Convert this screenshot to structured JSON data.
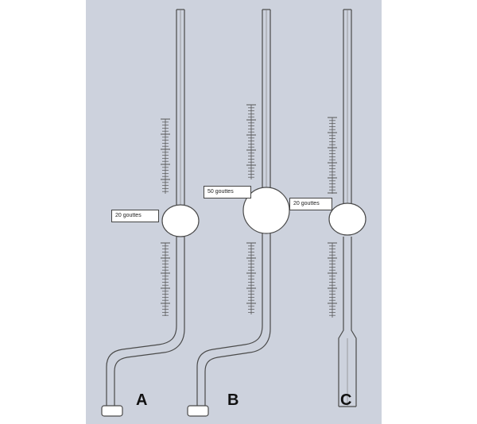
{
  "colors": {
    "panel": "#cdd2dd",
    "glass_stroke": "#4a4a4a",
    "glass_fill": "#ffffff",
    "tick": "#555555"
  },
  "pipettes": [
    {
      "letter": "A",
      "label": "20 gouttes",
      "bulb": "medium",
      "tip": "bent"
    },
    {
      "letter": "B",
      "label": "50 gouttes",
      "bulb": "large",
      "tip": "bent"
    },
    {
      "letter": "C",
      "label": "20 gouttes",
      "bulb": "medium",
      "tip": "straight-wide"
    }
  ]
}
